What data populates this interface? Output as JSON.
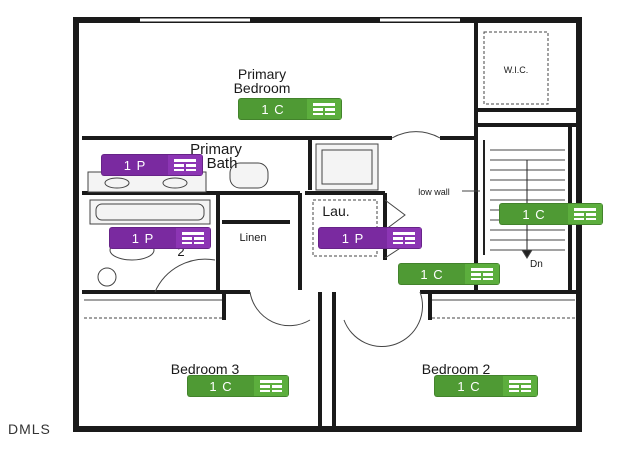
{
  "rooms": {
    "primary_bedroom_line1": "Primary",
    "primary_bedroom_line2": "Bedroom",
    "primary_bath_line1": "Primary",
    "primary_bath_line2": "Bath",
    "wic": "W.I.C.",
    "linen": "Linen",
    "laundry": "Lau.",
    "low_wall": "low wall",
    "down": "Dn",
    "bath2": "2",
    "bedroom3": "Bedroom 3",
    "bedroom2": "Bedroom 2"
  },
  "badges": [
    {
      "text": "1 C",
      "kind": "green",
      "icon": "room-size-icon"
    },
    {
      "text": "1 P",
      "kind": "purple",
      "icon": "room-size-icon"
    },
    {
      "text": "1 P",
      "kind": "purple",
      "icon": "room-size-icon"
    },
    {
      "text": "1 P",
      "kind": "purple",
      "icon": "room-size-icon"
    },
    {
      "text": "1 C",
      "kind": "green",
      "icon": "room-size-icon"
    },
    {
      "text": "1 C",
      "kind": "green",
      "icon": "room-size-icon"
    },
    {
      "text": "1 C",
      "kind": "green",
      "icon": "room-size-icon"
    },
    {
      "text": "1 C",
      "kind": "green",
      "icon": "room-size-icon"
    }
  ],
  "colors": {
    "green": "#4f9a34",
    "purple": "#7a2aa0",
    "wall": "#1a1a1a"
  },
  "watermark": "DMLS"
}
